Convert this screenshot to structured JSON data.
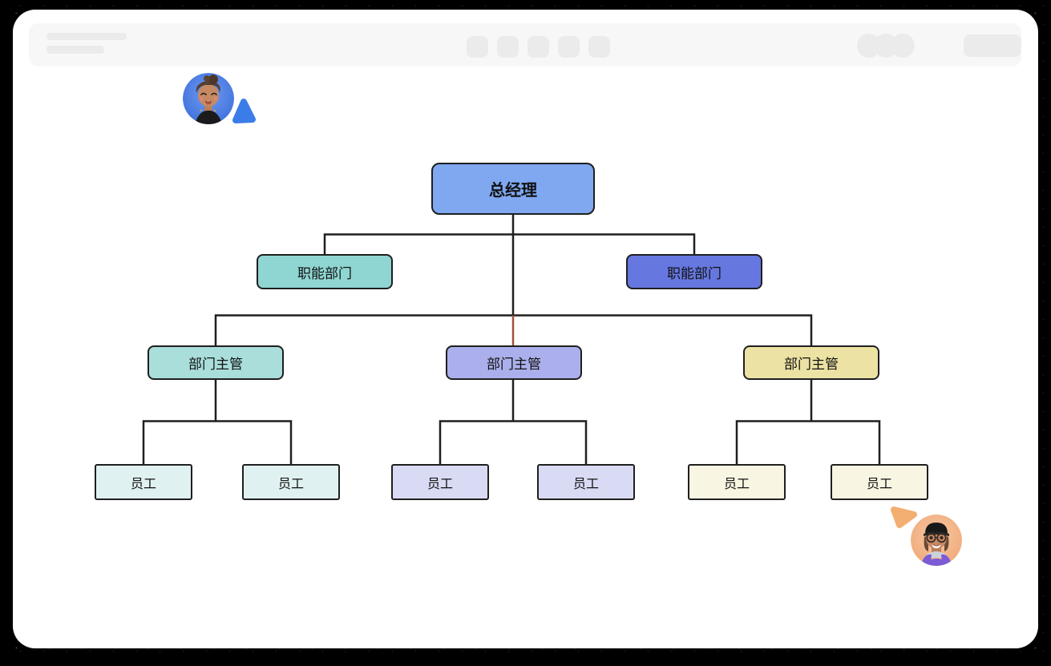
{
  "window": {
    "toolbar": {
      "skeleton_lines": 2,
      "center_button_count": 5,
      "avatar_stack_count": 3,
      "action_button_label": ""
    }
  },
  "colors": {
    "node_border": "#1f1f1f",
    "connector": "#1f1f1f",
    "connector_highlight": "#a3503b",
    "cursor_blue": "#3b7de8",
    "cursor_orange": "#f3ae72",
    "avatar_blue_bg": "#4d7fe6",
    "avatar_orange_bg": "#f2b288"
  },
  "org_chart": {
    "type": "org-tree",
    "nodes": [
      {
        "id": "gm",
        "label": "总经理",
        "level": 1,
        "fill": "#7fa8f0"
      },
      {
        "id": "func-left",
        "label": "职能部门",
        "level": 2,
        "fill": "#8fd6d2"
      },
      {
        "id": "func-right",
        "label": "职能部门",
        "level": 2,
        "fill": "#6677e0"
      },
      {
        "id": "sup-left",
        "label": "部门主管",
        "level": 3,
        "fill": "#a9dedb"
      },
      {
        "id": "sup-mid",
        "label": "部门主管",
        "level": 3,
        "fill": "#abb0ec"
      },
      {
        "id": "sup-right",
        "label": "部门主管",
        "level": 3,
        "fill": "#ebe2a3"
      },
      {
        "id": "emp-1",
        "label": "员工",
        "level": 4,
        "fill": "#dff1f0"
      },
      {
        "id": "emp-2",
        "label": "员工",
        "level": 4,
        "fill": "#dff1f0"
      },
      {
        "id": "emp-3",
        "label": "员工",
        "level": 4,
        "fill": "#d9daf4"
      },
      {
        "id": "emp-4",
        "label": "员工",
        "level": 4,
        "fill": "#d9daf4"
      },
      {
        "id": "emp-5",
        "label": "员工",
        "level": 4,
        "fill": "#f9f5e3"
      },
      {
        "id": "emp-6",
        "label": "员工",
        "level": 4,
        "fill": "#f9f5e3"
      }
    ],
    "edges": [
      {
        "from": "gm",
        "to": "func-left"
      },
      {
        "from": "gm",
        "to": "func-right"
      },
      {
        "from": "gm",
        "to": "sup-left"
      },
      {
        "from": "gm",
        "to": "sup-mid",
        "highlighted": true
      },
      {
        "from": "gm",
        "to": "sup-right"
      },
      {
        "from": "sup-left",
        "to": "emp-1"
      },
      {
        "from": "sup-left",
        "to": "emp-2"
      },
      {
        "from": "sup-mid",
        "to": "emp-3"
      },
      {
        "from": "sup-mid",
        "to": "emp-4"
      },
      {
        "from": "sup-right",
        "to": "emp-5"
      },
      {
        "from": "sup-right",
        "to": "emp-6"
      }
    ]
  }
}
